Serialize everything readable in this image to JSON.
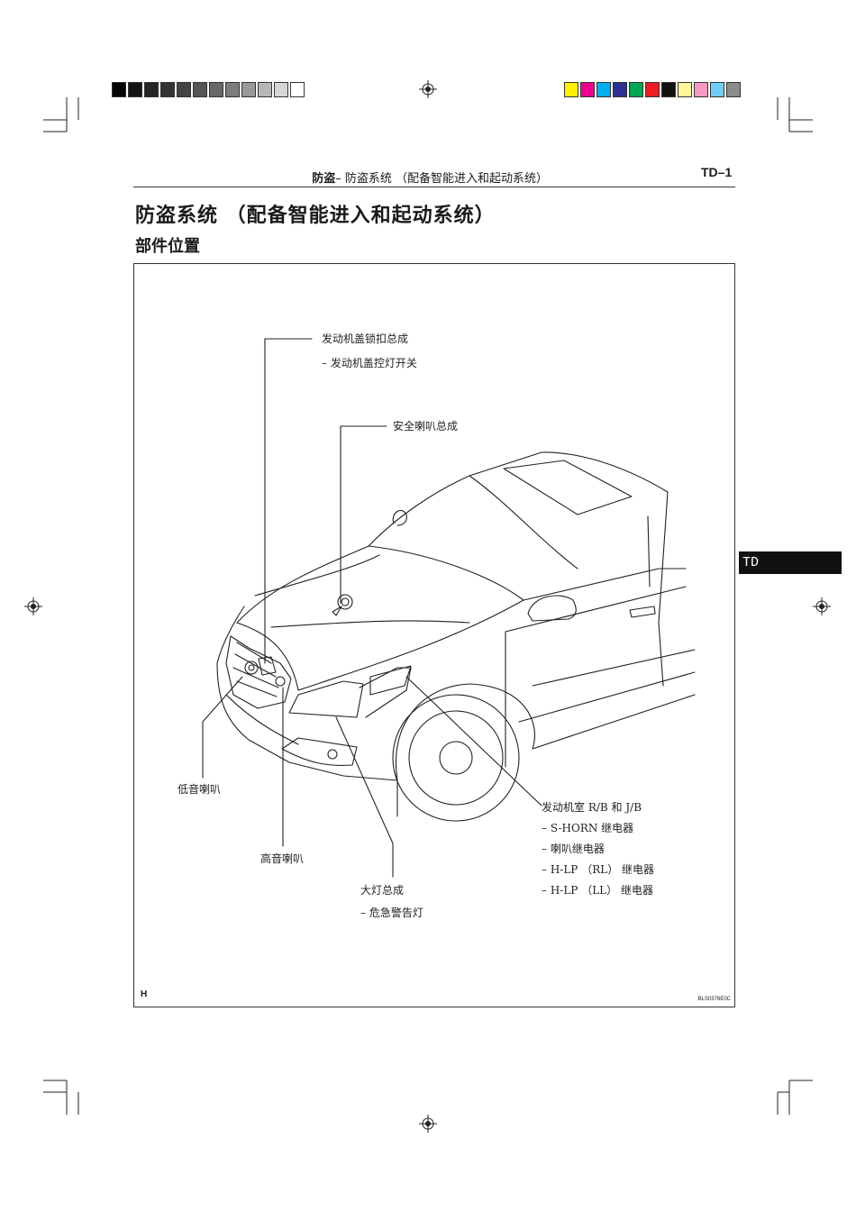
{
  "header": {
    "section_bold": "防盗",
    "section_sep": "– ",
    "section_rest": "防盗系统 （配备智能进入和起动系统）",
    "page_number": "TD–1"
  },
  "main_title": "防盗系统 （配备智能进入和起动系统）",
  "sub_title": "部件位置",
  "side_tab": "TD",
  "figure": {
    "corner_mark": "H",
    "code": "BLS0376E0C",
    "labels": {
      "hood_lock": "发动机盖锁扣总成",
      "hood_lock_sub": "– 发动机盖控灯开关",
      "security_horn": "安全喇叭总成",
      "low_horn": "低音喇叭",
      "high_horn": "高音喇叭",
      "headlight": "大灯总成",
      "headlight_sub": "– 危急警告灯",
      "engine_rb": "发动机室 R/B 和 J/B",
      "engine_rb_1": "– S-HORN 继电器",
      "engine_rb_2": "– 喇叭继电器",
      "engine_rb_3": "– H-LP （RL） 继电器",
      "engine_rb_4": "– H-LP （LL） 继电器"
    }
  },
  "colors": {
    "gray_swatches": [
      "#050505",
      "#151515",
      "#252525",
      "#333333",
      "#444444",
      "#555555",
      "#686868",
      "#7c7c7c",
      "#999999",
      "#b7b7b7",
      "#d6d6d6",
      "#ffffff"
    ],
    "color_swatches": [
      "#ffef00",
      "#ec008c",
      "#00aeef",
      "#2e3192",
      "#00a651",
      "#ed1c24",
      "#111111",
      "#fff799",
      "#f49ac2",
      "#6dcff6",
      "#8c8c8c"
    ]
  }
}
